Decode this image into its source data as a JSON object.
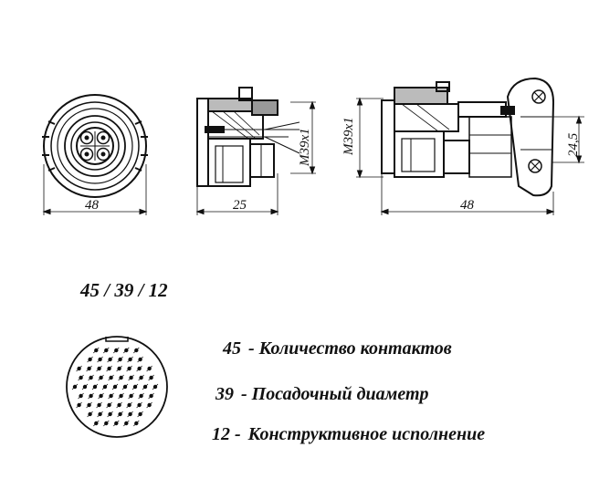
{
  "drawing": {
    "front_view": {
      "dim_label": "48"
    },
    "side_view": {
      "dim_width": "25",
      "dim_thread": "M39x1"
    },
    "plug_view": {
      "dim_width": "48",
      "dim_thread": "M39x1",
      "dim_height": "24,5"
    }
  },
  "code": {
    "text": "45 / 39 / 12"
  },
  "legend": [
    {
      "num": "45",
      "desc": "- Количество контактов"
    },
    {
      "num": "39",
      "desc": "-  Посадочный диаметр"
    },
    {
      "num": "12 -",
      "desc": "Конструктивное исполнение"
    }
  ]
}
